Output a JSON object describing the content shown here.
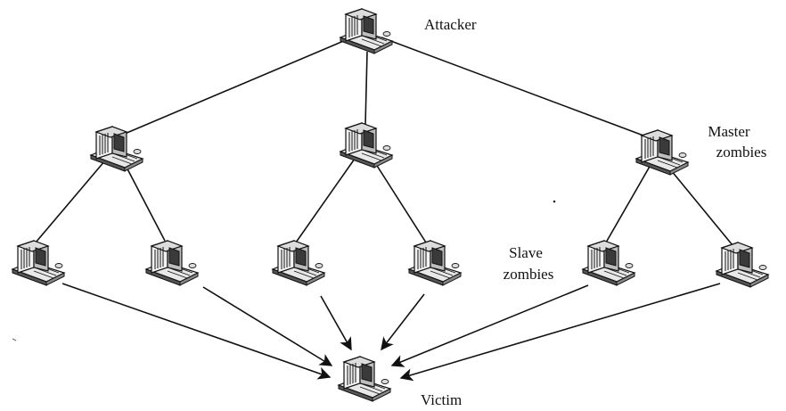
{
  "labels": {
    "attacker": "Attacker",
    "master_line1": "Master",
    "master_line2": "zombies",
    "slave_line1": "Slave",
    "slave_line2": "zombies",
    "victim": "Victim"
  },
  "nodes": [
    {
      "id": "attacker",
      "role": "attacker",
      "icon": "computer-icon"
    },
    {
      "id": "master-left",
      "role": "master",
      "icon": "computer-icon"
    },
    {
      "id": "master-center",
      "role": "master",
      "icon": "computer-icon"
    },
    {
      "id": "master-right",
      "role": "master",
      "icon": "computer-icon"
    },
    {
      "id": "slave-1",
      "role": "slave",
      "icon": "computer-icon"
    },
    {
      "id": "slave-2",
      "role": "slave",
      "icon": "computer-icon"
    },
    {
      "id": "slave-3",
      "role": "slave",
      "icon": "computer-icon"
    },
    {
      "id": "slave-4",
      "role": "slave",
      "icon": "computer-icon"
    },
    {
      "id": "slave-5",
      "role": "slave",
      "icon": "computer-icon"
    },
    {
      "id": "slave-6",
      "role": "slave",
      "icon": "computer-icon"
    },
    {
      "id": "victim",
      "role": "victim",
      "icon": "computer-icon"
    }
  ],
  "links": [
    {
      "from": "attacker",
      "to": "master-left"
    },
    {
      "from": "attacker",
      "to": "master-center"
    },
    {
      "from": "attacker",
      "to": "master-right"
    },
    {
      "from": "master-left",
      "to": "slave-1"
    },
    {
      "from": "master-left",
      "to": "slave-2"
    },
    {
      "from": "master-center",
      "to": "slave-3"
    },
    {
      "from": "master-center",
      "to": "slave-4"
    },
    {
      "from": "master-right",
      "to": "slave-5"
    },
    {
      "from": "master-right",
      "to": "slave-6"
    }
  ],
  "arrows": [
    {
      "from": "slave-1",
      "to": "victim"
    },
    {
      "from": "slave-2",
      "to": "victim"
    },
    {
      "from": "slave-3",
      "to": "victim"
    },
    {
      "from": "slave-4",
      "to": "victim"
    },
    {
      "from": "slave-5",
      "to": "victim"
    },
    {
      "from": "slave-6",
      "to": "victim"
    }
  ]
}
